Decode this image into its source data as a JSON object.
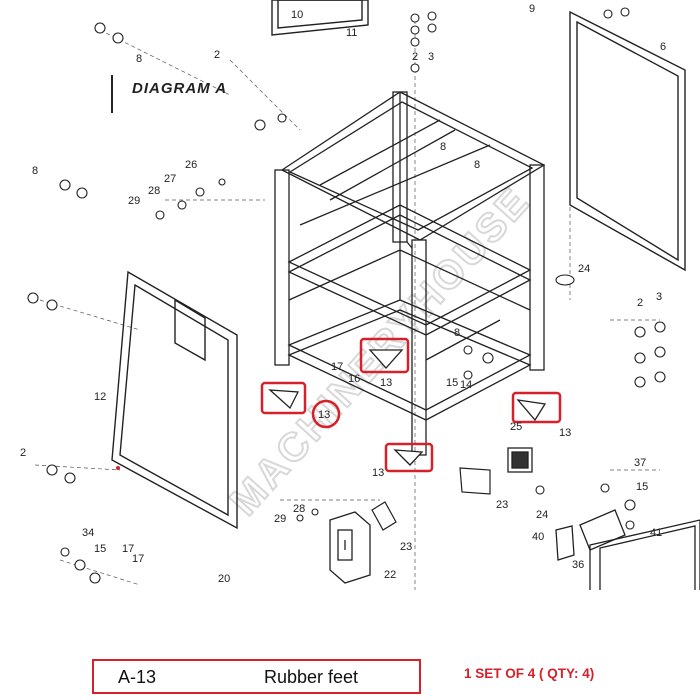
{
  "diagram": {
    "title": "DIAGRAM   A",
    "watermark": "MACHINERYHOUSE",
    "highlight_color": "#d6202a",
    "callouts": [
      {
        "label": "10"
      },
      {
        "label": "11"
      },
      {
        "label": "8"
      },
      {
        "label": "2"
      },
      {
        "label": "9"
      },
      {
        "label": "6"
      },
      {
        "label": "2"
      },
      {
        "label": "3"
      },
      {
        "label": "8"
      },
      {
        "label": "8"
      },
      {
        "label": "26"
      },
      {
        "label": "27"
      },
      {
        "label": "28"
      },
      {
        "label": "29"
      },
      {
        "label": "8"
      },
      {
        "label": "24"
      },
      {
        "label": "12"
      },
      {
        "label": "2"
      },
      {
        "label": "3"
      },
      {
        "label": "8"
      },
      {
        "label": "17"
      },
      {
        "label": "16"
      },
      {
        "label": "13"
      },
      {
        "label": "15"
      },
      {
        "label": "14"
      },
      {
        "label": "13"
      },
      {
        "label": "13"
      },
      {
        "label": "25"
      },
      {
        "label": "13"
      },
      {
        "label": "2"
      },
      {
        "label": "23"
      },
      {
        "label": "24"
      },
      {
        "label": "37"
      },
      {
        "label": "15"
      },
      {
        "label": "28"
      },
      {
        "label": "29"
      },
      {
        "label": "23"
      },
      {
        "label": "34"
      },
      {
        "label": "15"
      },
      {
        "label": "17"
      },
      {
        "label": "17"
      },
      {
        "label": "40"
      },
      {
        "label": "41"
      },
      {
        "label": "36"
      },
      {
        "label": "22"
      },
      {
        "label": "20"
      }
    ]
  },
  "footer": {
    "part_code": "A-13",
    "part_name": "Rubber feet",
    "quantity_note": "1 SET OF 4 ( QTY: 4)"
  }
}
